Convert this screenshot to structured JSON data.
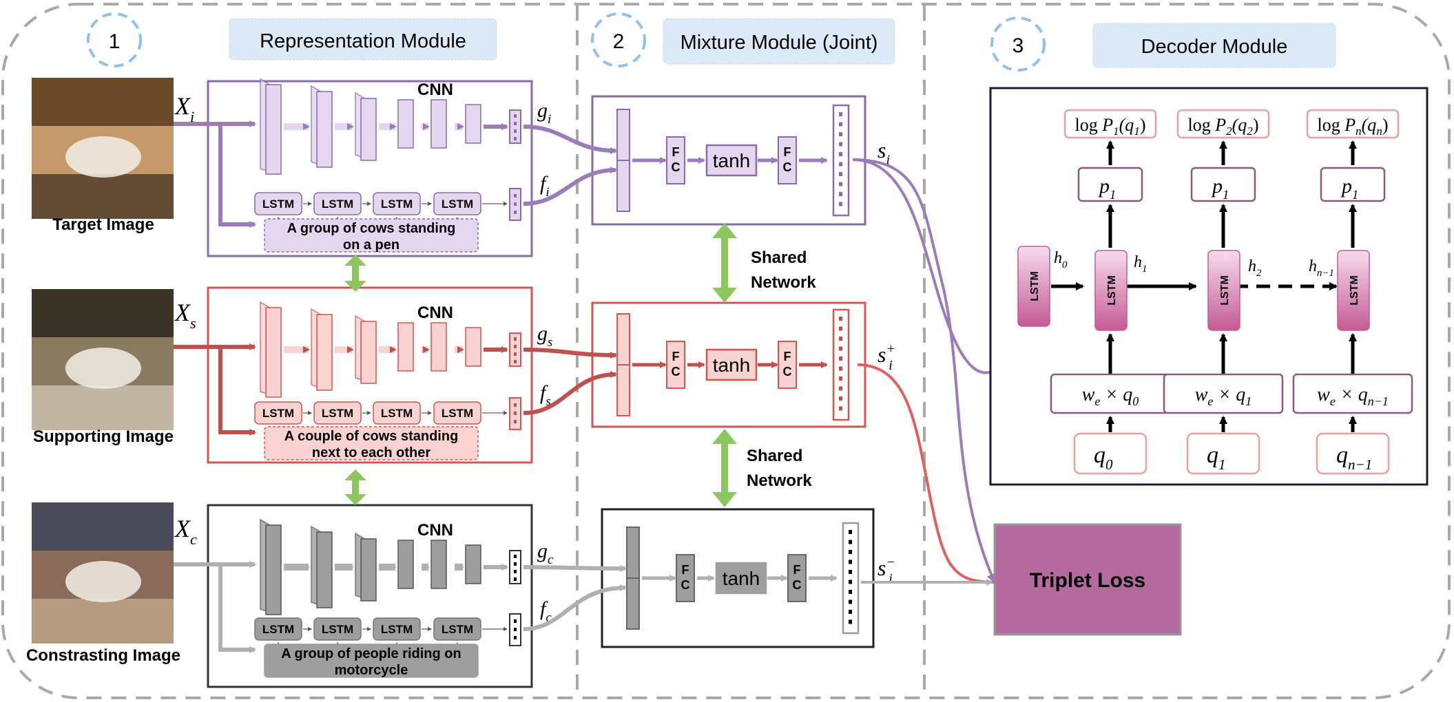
{
  "modules": [
    {
      "number": "1",
      "title": "Representation Module"
    },
    {
      "number": "2",
      "title": "Mixture Module (Joint)"
    },
    {
      "number": "3",
      "title": "Decoder Module"
    }
  ],
  "colors": {
    "purple": "#9b7cb8",
    "purple_fill": "#e4d6ee",
    "purple_border": "#8a6aa8",
    "red": "#c0504d",
    "red_fill": "#f8d3d1",
    "red_border": "#d9534f",
    "gray": "#b0b0b0",
    "gray_fill": "#9e9e9e",
    "gray_border": "#333333",
    "green": "#8cc760",
    "badge_fill": "#dce9f7",
    "dash_blue": "#8fc1ea",
    "decoder_pink": "#c45a93",
    "triplet_fill": "#b56a9e"
  },
  "branches": [
    {
      "id": "target",
      "image_caption": "Target Image",
      "input_var": "X",
      "input_sub": "i",
      "cnn_label": "CNN",
      "lstm_labels": [
        "LSTM",
        "LSTM",
        "LSTM",
        "LSTM"
      ],
      "caption_lines": [
        "A group of cows standing",
        "on a pen"
      ],
      "g_var": "g",
      "g_sub": "i",
      "f_var": "f",
      "f_sub": "i",
      "fc_label": "F\nC",
      "tanh_label": "tanh",
      "s_var": "s",
      "s_sub": "i",
      "s_sup": ""
    },
    {
      "id": "supporting",
      "image_caption": "Supporting Image",
      "input_var": "X",
      "input_sub": "s",
      "cnn_label": "CNN",
      "lstm_labels": [
        "LSTM",
        "LSTM",
        "LSTM",
        "LSTM"
      ],
      "caption_lines": [
        "A couple of cows standing",
        "next to   each other"
      ],
      "g_var": "g",
      "g_sub": "s",
      "f_var": "f",
      "f_sub": "s",
      "fc_label": "F\nC",
      "tanh_label": "tanh",
      "s_var": "s",
      "s_sub": "i",
      "s_sup": "+"
    },
    {
      "id": "contrasting",
      "image_caption": "Constrasting  Image",
      "input_var": "X",
      "input_sub": "c",
      "cnn_label": "CNN",
      "lstm_labels": [
        "LSTM",
        "LSTM",
        "LSTM",
        "LSTM"
      ],
      "caption_lines": [
        "A group of people riding  on",
        "motorcycle"
      ],
      "g_var": "g",
      "g_sub": "c",
      "f_var": "f",
      "f_sub": "c",
      "fc_label": "F\nC",
      "tanh_label": "tanh",
      "s_var": "s",
      "s_sub": "i",
      "s_sup": "−"
    }
  ],
  "shared_network_label": [
    "Shared",
    "Network"
  ],
  "triplet_loss_label": "Triplet Loss",
  "decoder": {
    "lstm_label": "LSTM",
    "hidden_labels": [
      {
        "var": "h",
        "sub": "0"
      },
      {
        "var": "h",
        "sub": "1"
      },
      {
        "var": "h",
        "sub": "2"
      },
      {
        "var": "h",
        "sub": "n−1"
      }
    ],
    "columns": [
      {
        "logp": "log P",
        "logp_sub": "1",
        "logp_arg": "(q",
        "logp_arg_sub": "1",
        "p_var": "p",
        "p_sub": "1",
        "we_text": "w",
        "we_sub": "e",
        "we_times": " × q",
        "we_q_sub": "0",
        "q_var": "q",
        "q_sub": "0"
      },
      {
        "logp": "log P",
        "logp_sub": "2",
        "logp_arg": "(q",
        "logp_arg_sub": "2",
        "p_var": "p",
        "p_sub": "1",
        "we_text": "w",
        "we_sub": "e",
        "we_times": " × q",
        "we_q_sub": "1",
        "q_var": "q",
        "q_sub": "1"
      },
      {
        "logp": "log P",
        "logp_sub": "n",
        "logp_arg": "(q",
        "logp_arg_sub": "n",
        "p_var": "p",
        "p_sub": "1",
        "we_text": "w",
        "we_sub": "e",
        "we_times": " × q",
        "we_q_sub": "n−1",
        "q_var": "q",
        "q_sub": "n−1"
      }
    ]
  }
}
